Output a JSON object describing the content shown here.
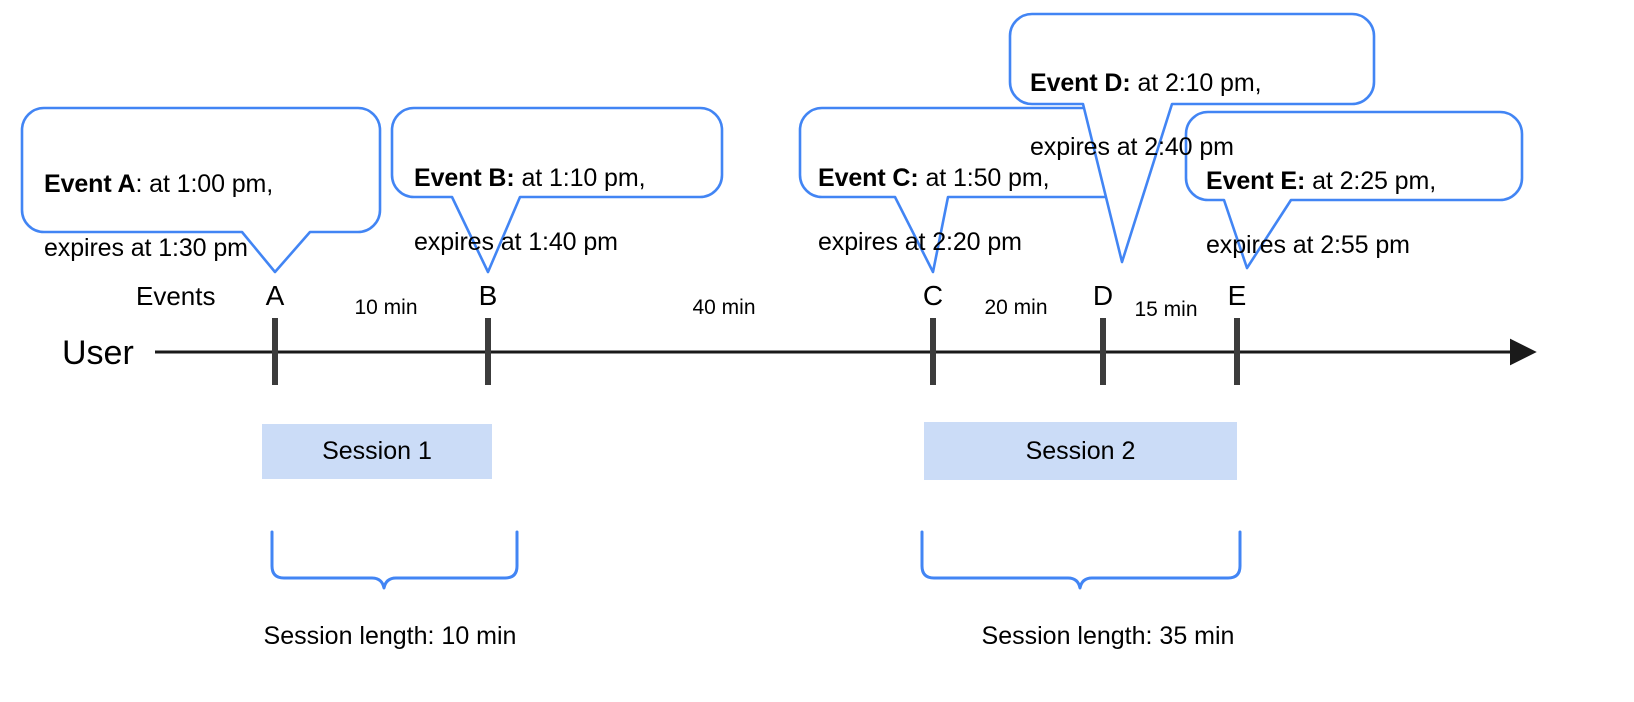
{
  "diagram": {
    "title_axis_label": "User",
    "events_row_label": "Events",
    "accent_blue": "#4285f4",
    "session_fill": "#cbdcf7",
    "axis_color": "#3c3c3c",
    "events": [
      {
        "key": "A",
        "marker": "A",
        "bold_prefix": "Event A",
        "separator": ":",
        "line1_rest": " at 1:00 pm,",
        "line2": "expires at 1:30 pm",
        "start_time": "1:00 pm",
        "expires_time": "1:30 pm"
      },
      {
        "key": "B",
        "marker": "B",
        "bold_prefix": "Event B:",
        "separator": "",
        "line1_rest": " at 1:10 pm,",
        "line2": "expires at 1:40 pm",
        "start_time": "1:10 pm",
        "expires_time": "1:40 pm"
      },
      {
        "key": "C",
        "marker": "C",
        "bold_prefix": "Event C:",
        "separator": "",
        "line1_rest": " at 1:50 pm,",
        "line2": "expires at 2:20 pm",
        "start_time": "1:50 pm",
        "expires_time": "2:20 pm"
      },
      {
        "key": "D",
        "marker": "D",
        "bold_prefix": "Event D:",
        "separator": "",
        "line1_rest": " at 2:10 pm,",
        "line2": "expires at 2:40 pm",
        "start_time": "2:10 pm",
        "expires_time": "2:40 pm"
      },
      {
        "key": "E",
        "marker": "E",
        "bold_prefix": "Event E:",
        "separator": "",
        "line1_rest": " at 2:25 pm,",
        "line2": "expires at 2:55 pm",
        "start_time": "2:25 pm",
        "expires_time": "2:55 pm"
      }
    ],
    "intervals": [
      {
        "label": "10 min",
        "from": "A",
        "to": "B"
      },
      {
        "label": "40 min",
        "from": "B",
        "to": "C"
      },
      {
        "label": "20 min",
        "from": "C",
        "to": "D"
      },
      {
        "label": "15 min",
        "from": "D",
        "to": "E"
      }
    ],
    "sessions": [
      {
        "label": "Session 1",
        "length_label": "Session length: 10 min",
        "events": [
          "A",
          "B"
        ]
      },
      {
        "label": "Session 2",
        "length_label": "Session length: 35 min",
        "events": [
          "C",
          "D",
          "E"
        ]
      }
    ]
  }
}
